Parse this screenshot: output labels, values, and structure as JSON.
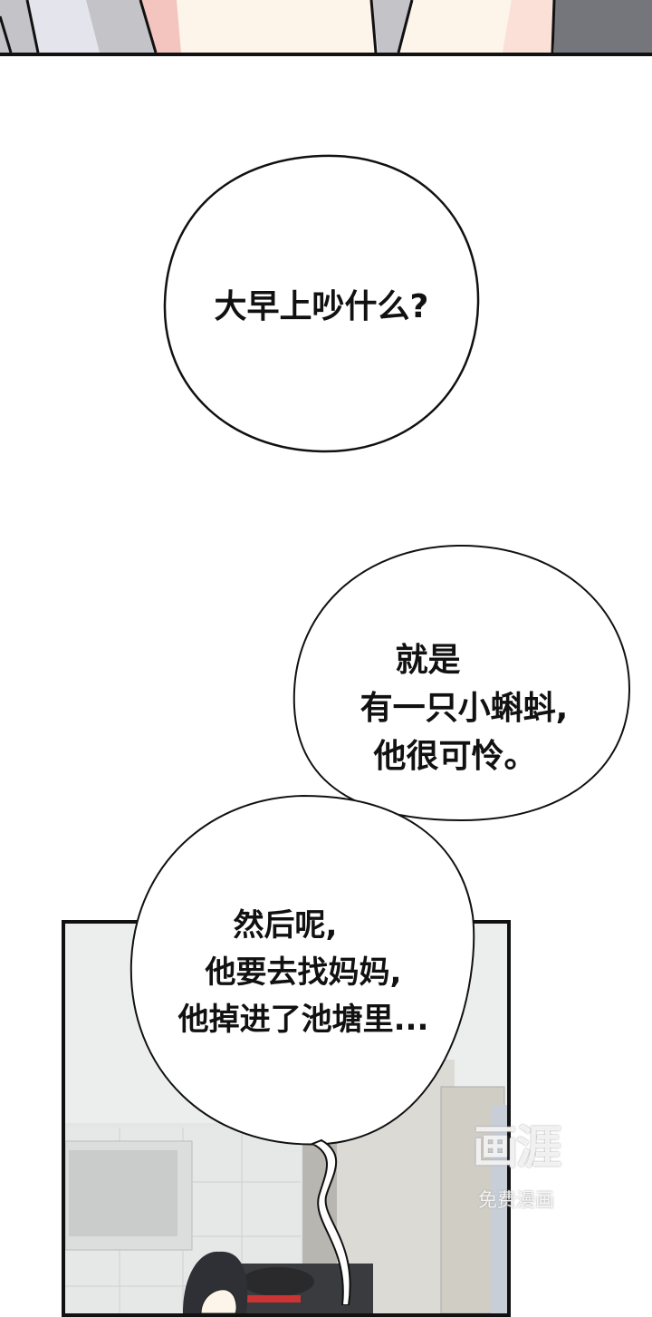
{
  "bubbles": [
    {
      "lines": [
        "大早上吵什么?"
      ]
    },
    {
      "lines": [
        "就是",
        "有一只小蝌蚪,",
        "他很可怜。"
      ]
    },
    {
      "lines": [
        "然后呢,",
        "他要去找妈妈,",
        "他掉进了池塘里..."
      ]
    }
  ],
  "watermark": {
    "logo": "画涯",
    "caption": "免费漫画"
  },
  "colors": {
    "skin": "#fdf4ea",
    "blush": "#f4c4bf",
    "gray": "#c4c3c8",
    "dark": "#74767b"
  }
}
